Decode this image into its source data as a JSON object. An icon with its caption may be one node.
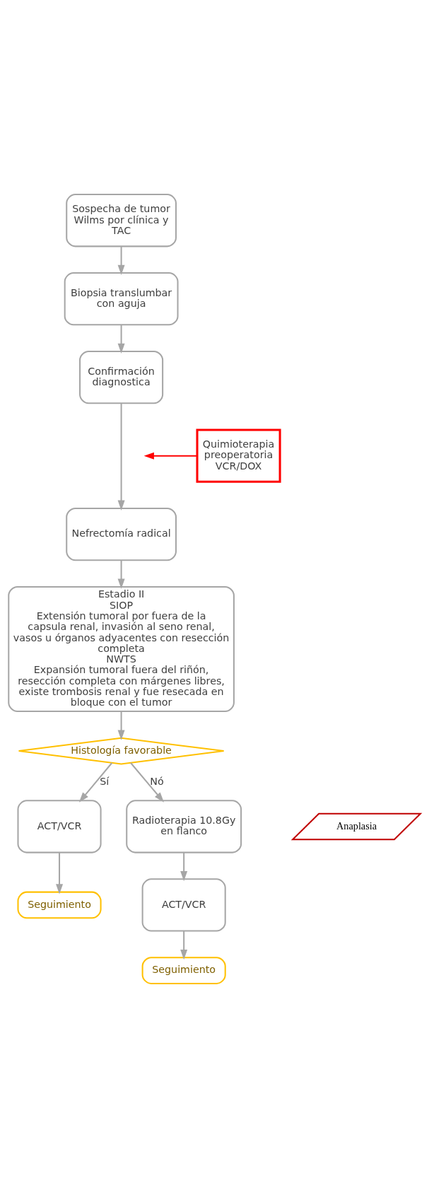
{
  "diagram": {
    "nodes": [
      {
        "text": [
          "Sospecha de tumor Wilms por clínica y TAC"
        ]
      },
      {
        "text": [
          "Biopsia translumbar con aguja"
        ]
      },
      {
        "text": [
          "Confirmación diagnostica"
        ]
      },
      {
        "text": [
          "Nefrectomía radical"
        ]
      },
      {
        "text": [
          "Quimioterapia preoperatoria VCR/DOX"
        ]
      },
      {
        "text": [
          "Estadio II",
          "SIOP",
          "Extensión tumoral por fuera de la capsula renal, invasión al seno renal, vasos u órganos adyacentes con resección completa",
          "NWTS",
          "Expansión tumoral fuera del riñón, resección completa con márgenes libres, existe trombosis renal y fue resecada en bloque con el tumor"
        ]
      },
      {
        "text": [
          "Histología favorable"
        ]
      },
      {
        "text": [
          "ACT/VCR"
        ]
      },
      {
        "text": [
          "Seguimiento"
        ]
      },
      {
        "text": [
          "Radioterapia 10.8Gy en flanco"
        ]
      },
      {
        "text": [
          "Anaplasia"
        ]
      },
      {
        "text": [
          "ACT/VCR"
        ]
      },
      {
        "text": [
          "Seguimiento"
        ]
      }
    ],
    "edges": [
      {
        "from": 0,
        "to": 1,
        "arrow": "to"
      },
      {
        "from": 1,
        "to": 2,
        "arrow": "to"
      },
      {
        "from": 2,
        "to": 3,
        "arrow": "to"
      },
      {
        "from": 4,
        "to": null,
        "arrow": "to",
        "color": "#ff0000"
      },
      {
        "from": 3,
        "to": 5,
        "arrow": "to"
      },
      {
        "from": 5,
        "to": 6,
        "arrow": "to"
      },
      {
        "from": 6,
        "to": 7,
        "label": "Sí",
        "arrow": "to"
      },
      {
        "from": 6,
        "to": 9,
        "label": "Nó",
        "arrow": "to"
      },
      {
        "from": 7,
        "to": 8,
        "arrow": "to"
      },
      {
        "from": 9,
        "to": 11,
        "arrow": "to"
      },
      {
        "from": 11,
        "to": 12,
        "arrow": "to"
      }
    ]
  }
}
